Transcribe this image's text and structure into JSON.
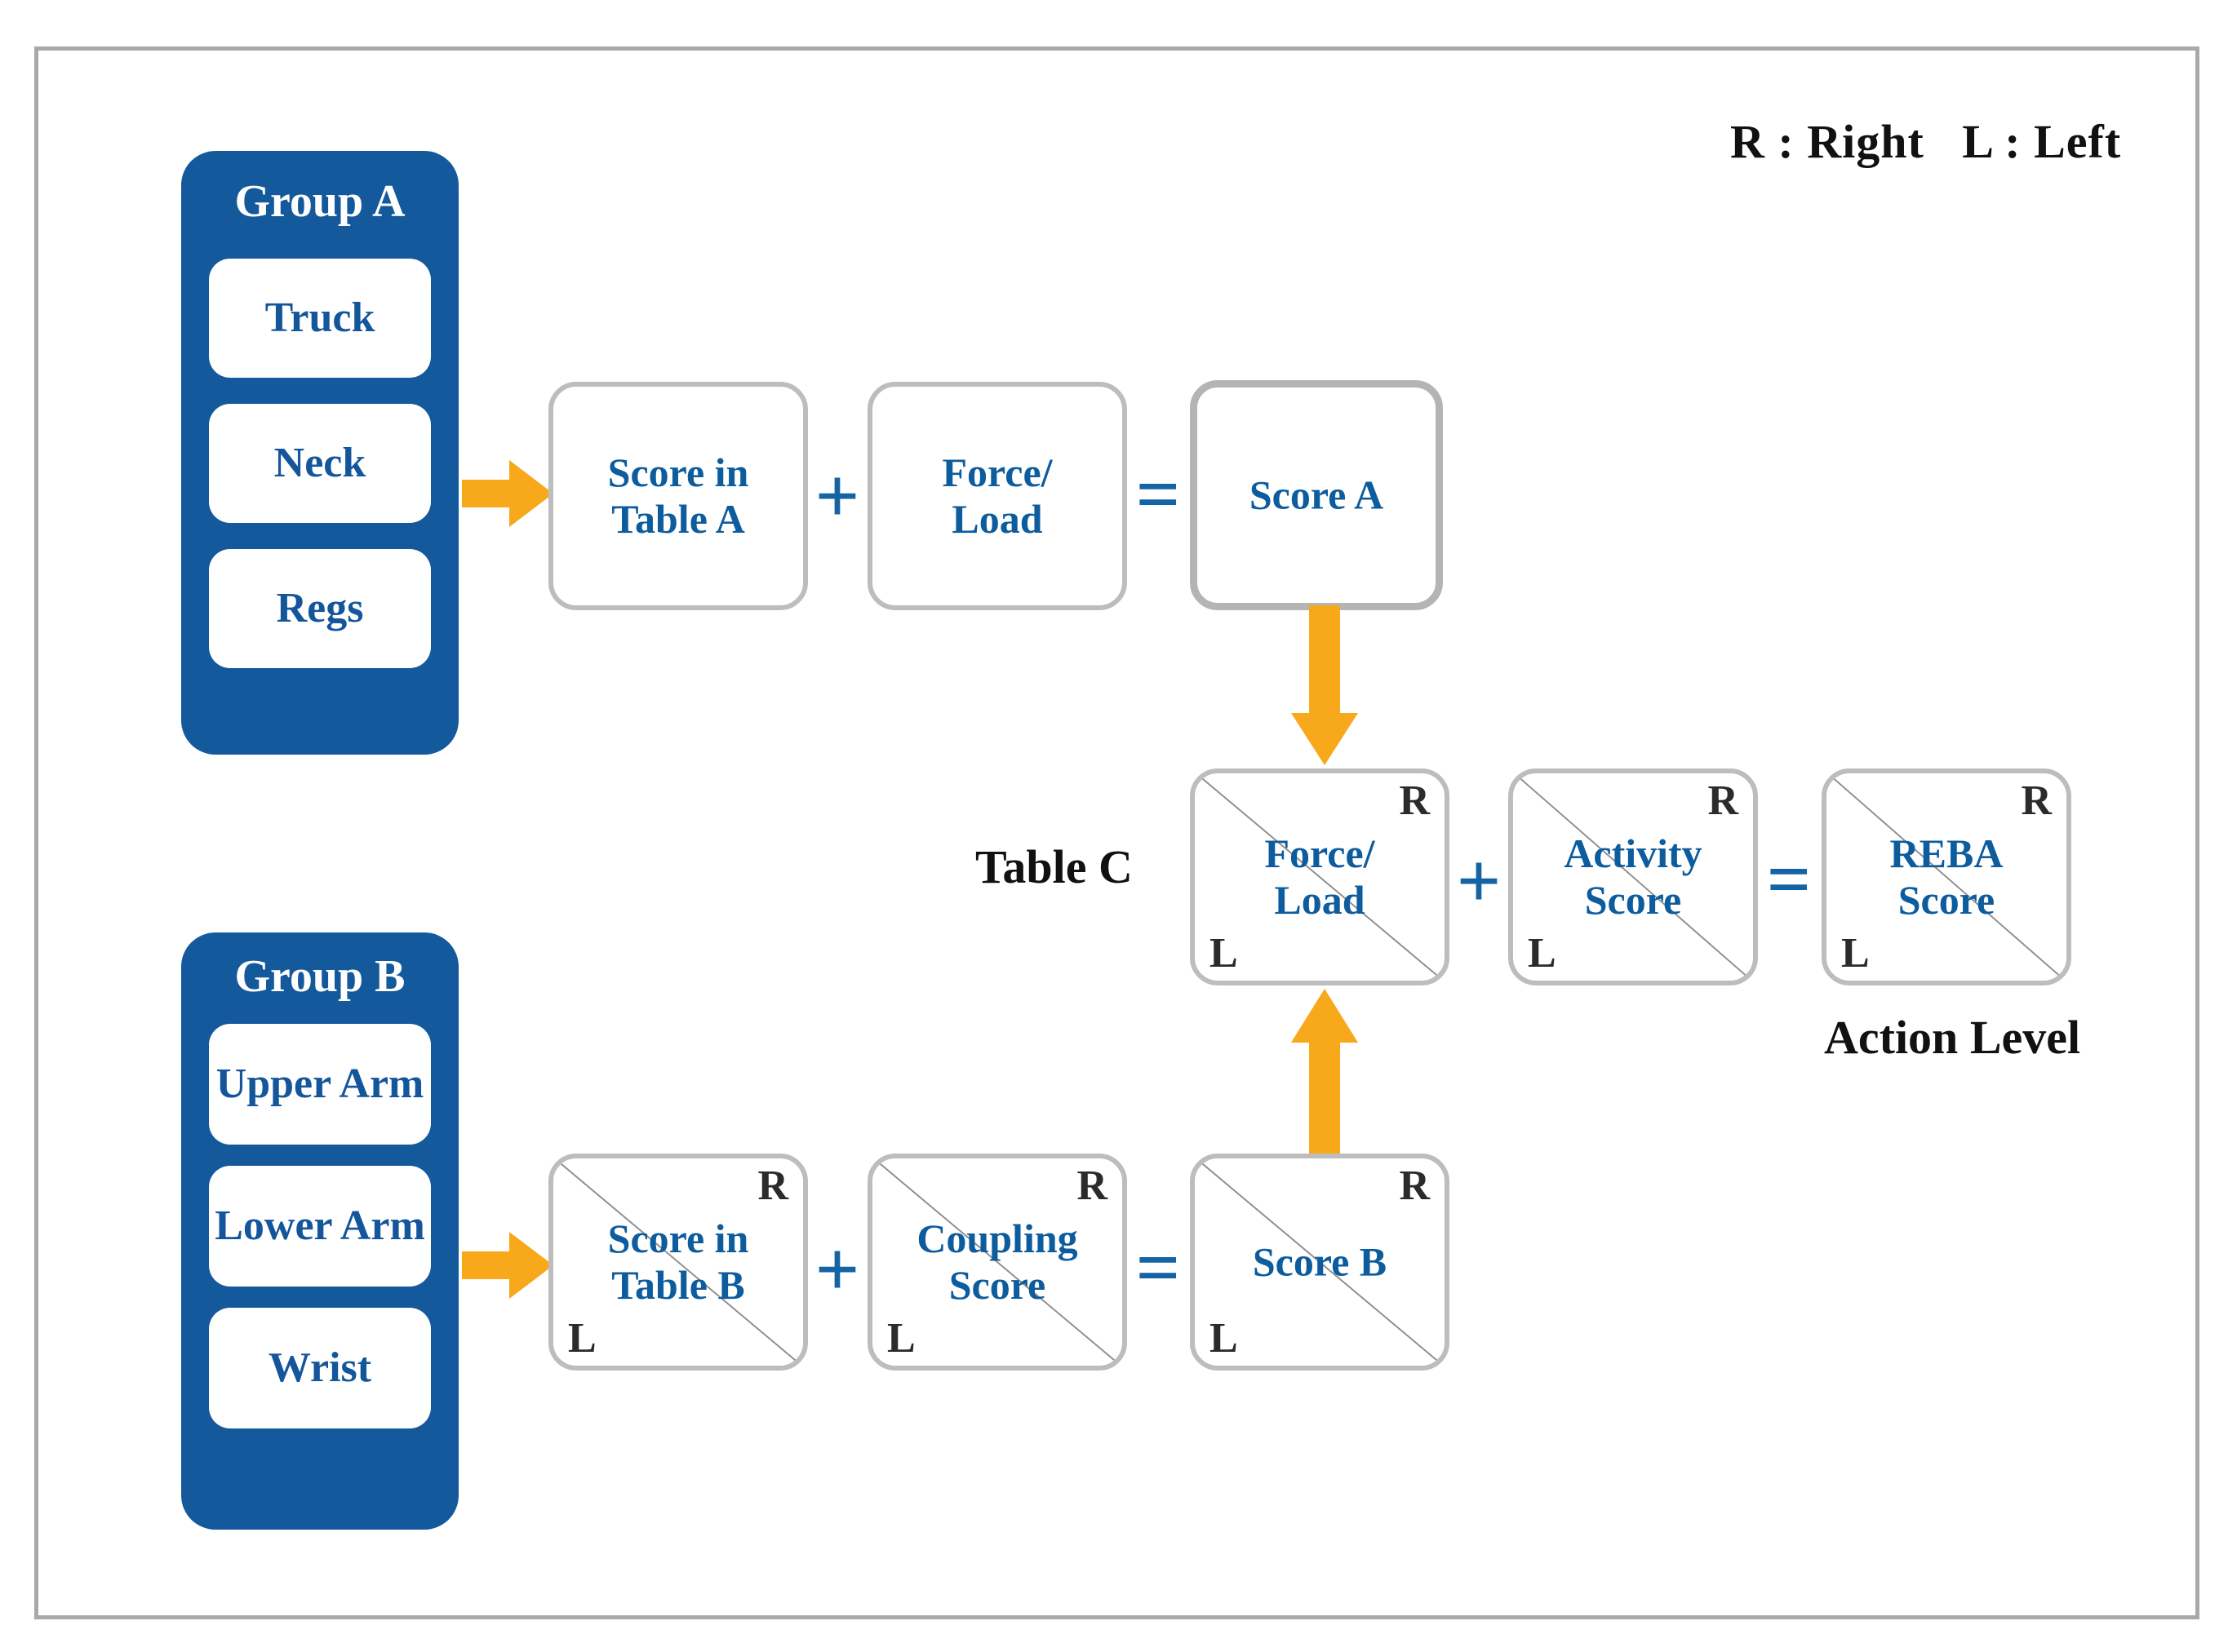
{
  "figure": {
    "legend": "R : Right   L : Left",
    "accent_blue": "#14599c",
    "text_blue": "#0d5c9e",
    "arrow_orange": "#f7a81b",
    "border_gray": "#bdbdbd"
  },
  "groups": [
    {
      "title": "Group A",
      "items": [
        "Truck",
        "Neck",
        "Regs"
      ]
    },
    {
      "title": "Group B",
      "items": [
        "Upper\nArm",
        "Lower\nArm",
        "Wrist"
      ]
    }
  ],
  "rows": {
    "top": {
      "box1": "Score in\nTable A",
      "op1": "+",
      "box2": "Force/\nLoad",
      "op2": "=",
      "box3": "Score A"
    },
    "middle": {
      "table_label": "Table C",
      "box1": "Force/\nLoad",
      "op1": "+",
      "box2": "Activity\nScore",
      "op2": "=",
      "box3": "REBA\nScore",
      "action_level": "Action Level"
    },
    "bottom": {
      "box1": "Score in\nTable B",
      "op1": "+",
      "box2": "Coupling\nScore",
      "op2": "=",
      "box3": "Score B"
    }
  },
  "side_marks": {
    "right": "R",
    "left": "L"
  },
  "arrows": [
    {
      "name": "group-a-to-table-a",
      "direction": "right"
    },
    {
      "name": "group-b-to-table-b",
      "direction": "right"
    },
    {
      "name": "score-a-to-table-c",
      "direction": "down"
    },
    {
      "name": "score-b-to-table-c",
      "direction": "up"
    }
  ]
}
